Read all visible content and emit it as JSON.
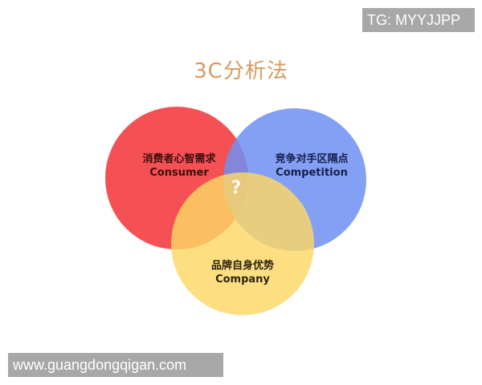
{
  "watermarks": {
    "top": "TG: MYYJJPP",
    "bottom": "www.guangdongqigan.com"
  },
  "title": "3C分析法",
  "diagram": {
    "center_label": "?",
    "circles": [
      {
        "zh": "消费者心智需求",
        "en": "Consumer",
        "color": "#f4474a",
        "text_color": "#3a0f0f"
      },
      {
        "zh": "竞争对手区隔点",
        "en": "Competition",
        "color": "#7f9cf5",
        "text_color": "#141f4a"
      },
      {
        "zh": "品牌自身优势",
        "en": "Company",
        "color": "#fddc6e",
        "text_color": "#2b2410"
      }
    ]
  },
  "colors": {
    "title": "#d79a5e",
    "watermark_bg": "#a8a8a8"
  }
}
